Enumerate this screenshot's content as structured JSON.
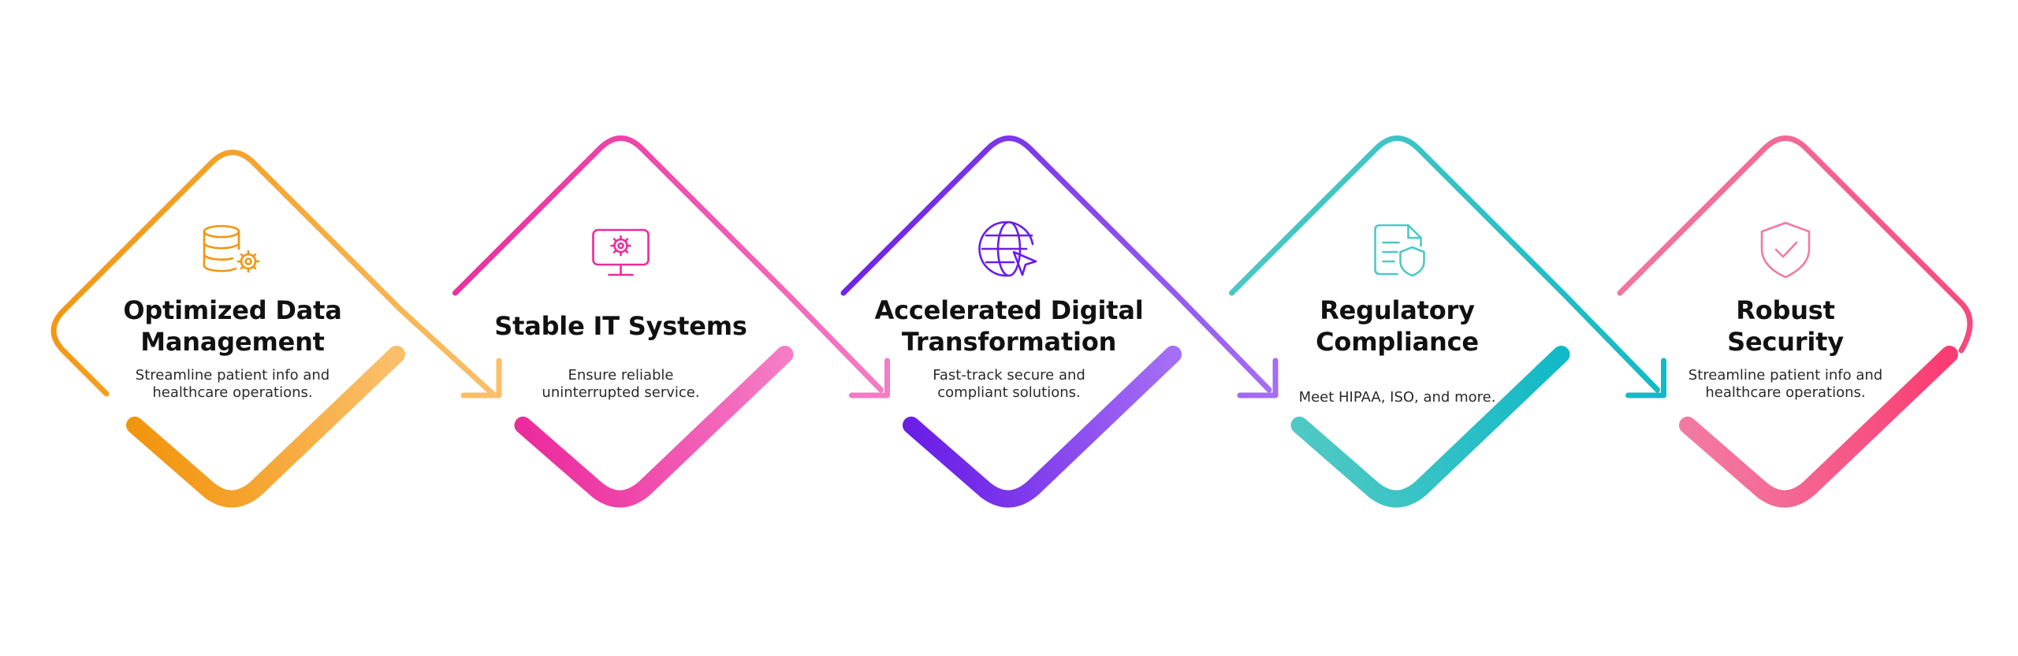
{
  "steps": [
    {
      "title_lines": [
        "Optimized Data",
        "Management"
      ],
      "desc_lines": [
        "Streamline patient info and",
        "healthcare operations."
      ],
      "icon": "database-gear-icon",
      "color_start": "#f2950e",
      "color_end": "#fbbf6a"
    },
    {
      "title_lines": [
        "Stable IT Systems"
      ],
      "desc_lines": [
        "Ensure reliable",
        "uninterrupted service."
      ],
      "icon": "monitor-gear-icon",
      "color_start": "#ec2b9d",
      "color_end": "#f47dc5"
    },
    {
      "title_lines": [
        "Accelerated Digital",
        "Transformation"
      ],
      "desc_lines": [
        "Fast-track secure and",
        "compliant solutions."
      ],
      "icon": "globe-cursor-icon",
      "color_start": "#6a1ee6",
      "color_end": "#a46ef5"
    },
    {
      "title_lines": [
        "Regulatory",
        "Compliance"
      ],
      "desc_lines": [
        "Meet HIPAA, ISO, and more."
      ],
      "icon": "document-shield-icon",
      "color_start": "#4ec9c4",
      "color_end": "#12b9c7"
    },
    {
      "title_lines": [
        "Robust",
        "Security"
      ],
      "desc_lines": [
        "Streamline patient info and",
        "healthcare operations."
      ],
      "icon": "shield-check-icon",
      "color_start": "#f27aa2",
      "color_end": "#fa3c72"
    }
  ]
}
